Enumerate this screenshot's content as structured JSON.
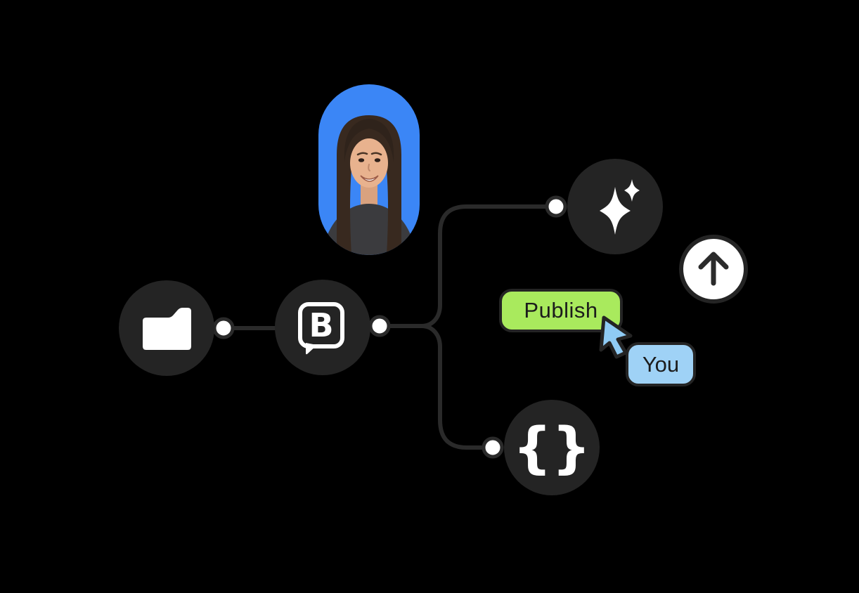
{
  "illustration": {
    "background_color": "#000000",
    "node_color": "#242424",
    "line_color": "#2A2A2A",
    "portrait": {
      "description": "woman-portrait-photo",
      "bg_color": "#3B86F6",
      "hair_color": "#38291F",
      "skin_color": "#E8B28E",
      "shirt_color": "#3B3B3E"
    },
    "nodes": [
      {
        "id": "folder",
        "icon": "folder-icon"
      },
      {
        "id": "builder",
        "icon": "builder-logo-icon",
        "glyph": "B"
      },
      {
        "id": "sparkle",
        "icon": "sparkles-icon"
      },
      {
        "id": "code",
        "icon": "curly-braces-icon",
        "glyph": "{}"
      }
    ],
    "publish_button": {
      "label": "Publish",
      "bg_color": "#A9EA5D",
      "border_color": "#242424",
      "text_color": "#1C1C1C"
    },
    "you_badge": {
      "label": "You",
      "bg_color": "#9FD2F6",
      "border_color": "#242424",
      "text_color": "#1C1C1C"
    },
    "upload_button": {
      "icon": "arrow-up-icon",
      "bg_color": "#FFFFFF",
      "arrow_color": "#2B2B2B"
    },
    "cursor": {
      "icon": "pointer-cursor-icon",
      "fill_color": "#8FCBF4",
      "outline_color": "#242424"
    }
  }
}
